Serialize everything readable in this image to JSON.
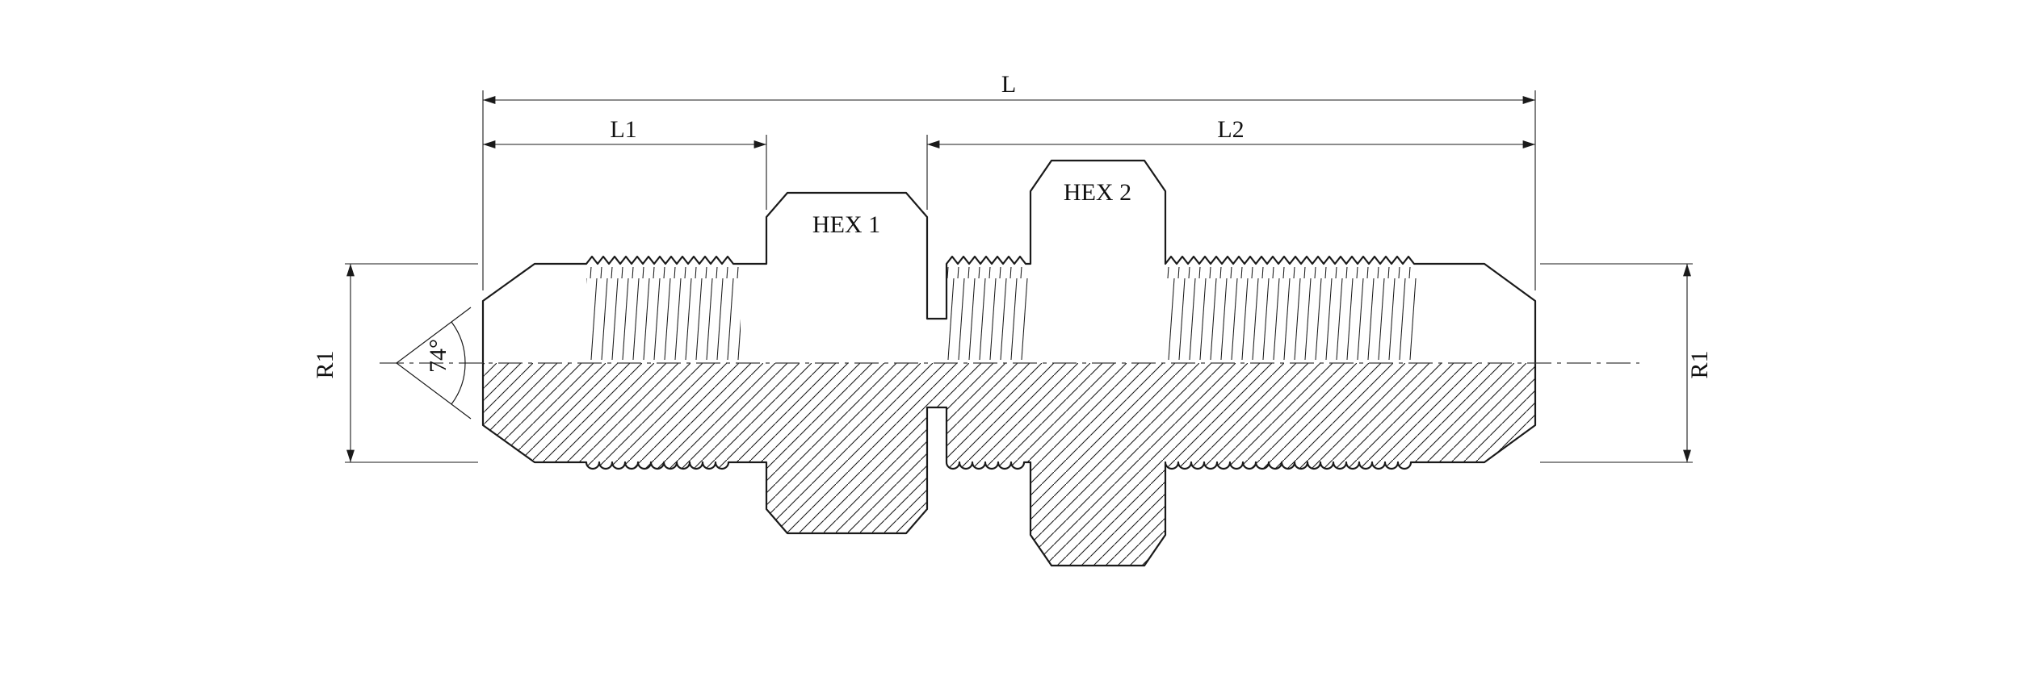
{
  "drawing": {
    "labels": {
      "overall_length": "L",
      "left_length": "L1",
      "right_length": "L2",
      "hex_front": "HEX 1",
      "hex_rear": "HEX 2",
      "radius_left": "R1",
      "radius_right": "R1",
      "cone_angle": "74°"
    },
    "colors": {
      "line": "#1a1a1a",
      "background": "#ffffff"
    }
  }
}
